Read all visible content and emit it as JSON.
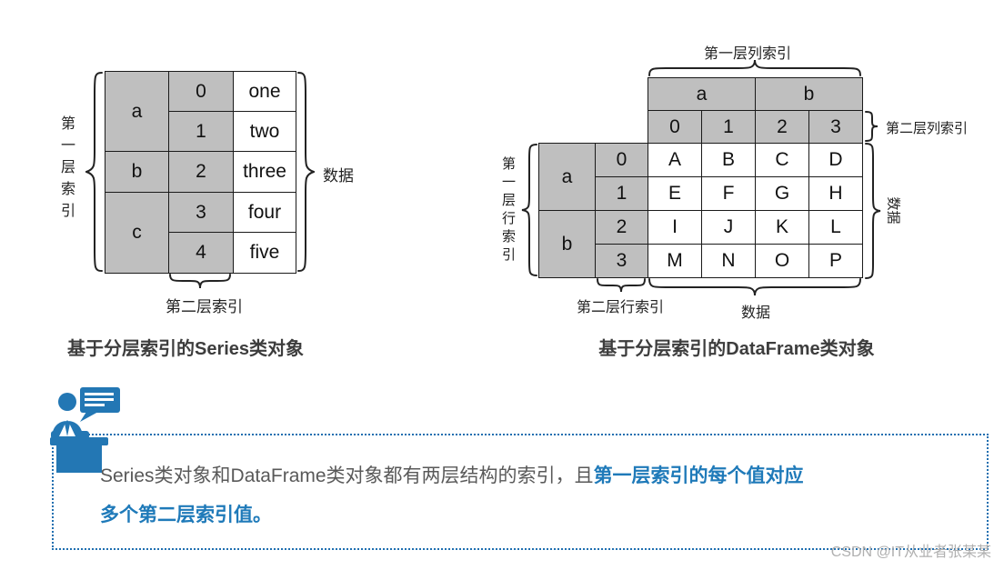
{
  "series_diagram": {
    "caption": "基于分层索引的Series类对象",
    "labels": {
      "level1": "第一层索引",
      "level2": "第二层索引",
      "data": "数据"
    },
    "level1_index": [
      "a",
      "b",
      "c"
    ],
    "level2_index": [
      "0",
      "1",
      "2",
      "3",
      "4"
    ],
    "values": [
      "one",
      "two",
      "three",
      "four",
      "five"
    ]
  },
  "dataframe_diagram": {
    "caption": "基于分层索引的DataFrame类对象",
    "labels": {
      "col_level1": "第一层列索引",
      "col_level2": "第二层列索引",
      "row_level1": "第一层行索引",
      "row_level2": "第二层行索引",
      "data_right": "数据",
      "data_bottom": "数据"
    },
    "col_level1": [
      "a",
      "b"
    ],
    "col_level2": [
      "0",
      "1",
      "2",
      "3"
    ],
    "row_level1": [
      "a",
      "b"
    ],
    "row_level2": [
      "0",
      "1",
      "2",
      "3"
    ],
    "cells": [
      [
        "A",
        "B",
        "C",
        "D"
      ],
      [
        "E",
        "F",
        "G",
        "H"
      ],
      [
        "I",
        "J",
        "K",
        "L"
      ],
      [
        "M",
        "N",
        "O",
        "P"
      ]
    ]
  },
  "note": {
    "line1_regular": "Series类对象和DataFrame类对象都有两层结构的索引，且",
    "line1_bold": "第一层索引的每个值对应",
    "line2_bold": "多个第二层索引值。"
  },
  "watermark": "CSDN @IT从业者张某某",
  "colors": {
    "accent_blue": "#1f7ab9",
    "border_blue": "#1f6fb0",
    "cell_gray": "#bfbfbf",
    "note_text_gray": "#595959",
    "caption_gray": "#3d3d3d",
    "watermark_gray": "#b0b0b0"
  }
}
